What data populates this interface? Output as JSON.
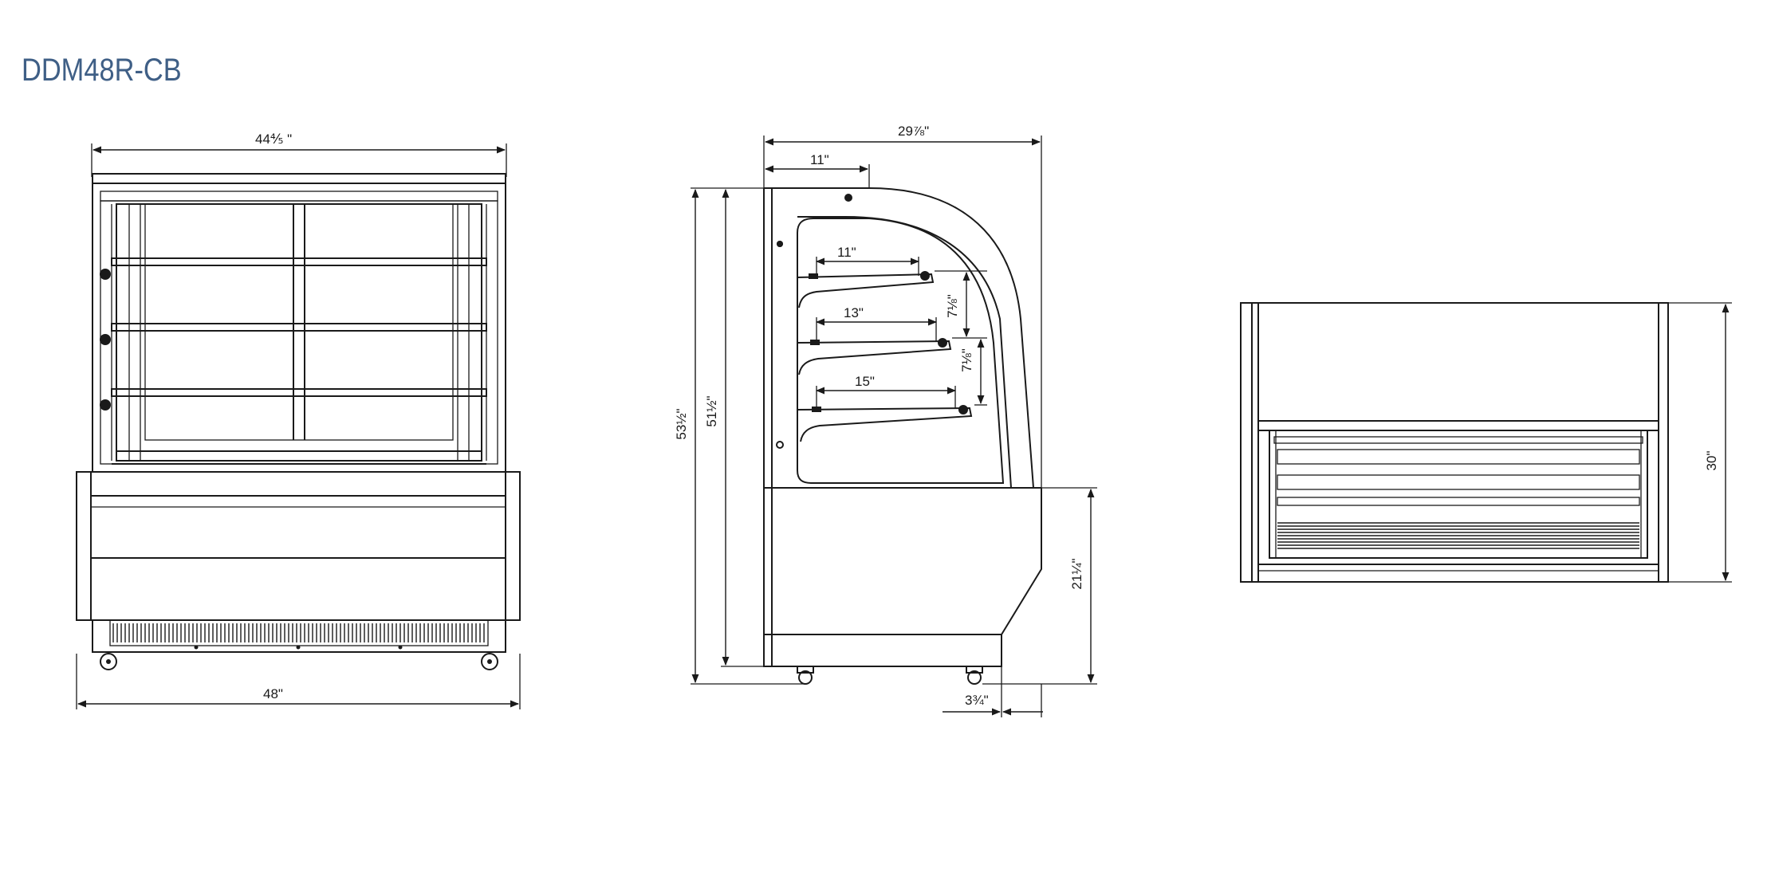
{
  "title": "DDM48R-CB",
  "front_view": {
    "top_width": "44⅘ \"",
    "base_width": "48\""
  },
  "side_view": {
    "depth": "29⅞\"",
    "top_offset": "11\"",
    "shelf_top": "11\"",
    "shelf_mid": "13\"",
    "shelf_bottom": "15\"",
    "shelf_gap_1": "7⅛\"",
    "shelf_gap_2": "7⅛\"",
    "overall_height": "53½\"",
    "body_height": "51½\"",
    "base_height": "21¼\"",
    "toe_depth": "3¾\""
  },
  "top_view": {
    "height": "30\""
  },
  "colors": {
    "title": "#3f5f86",
    "line": "#1a1a1a"
  }
}
